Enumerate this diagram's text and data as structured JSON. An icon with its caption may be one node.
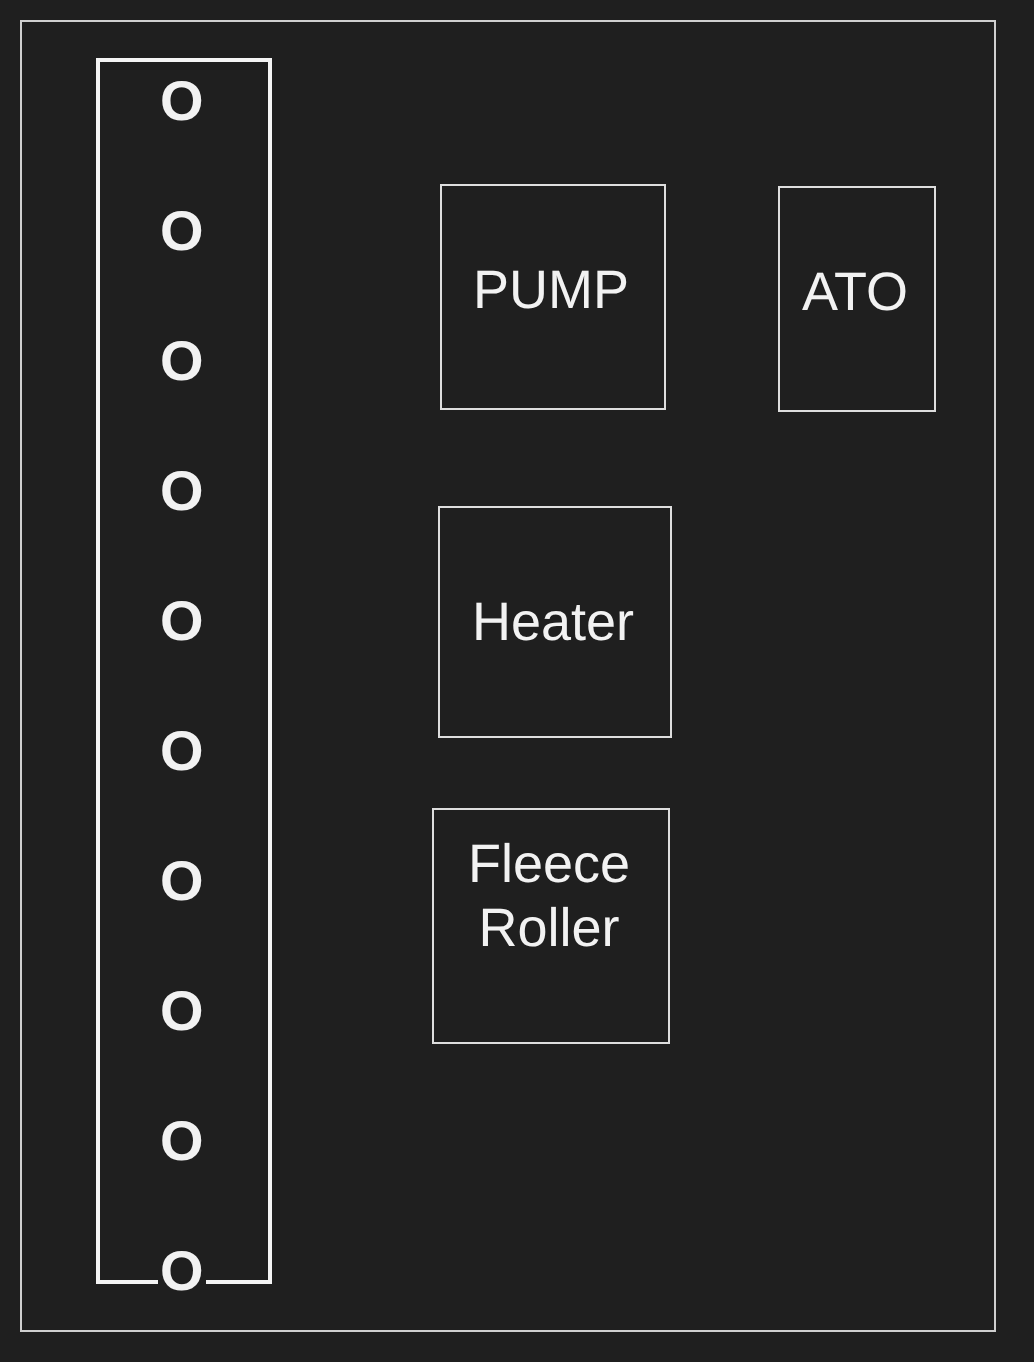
{
  "diagram": {
    "nodes": [
      {
        "text": [],
        "shape": "box"
      },
      {
        "text": [
          "O",
          "O",
          "O",
          "O",
          "O",
          "O",
          "O",
          "O",
          "O",
          "O"
        ],
        "in": 0
      },
      {
        "text": [
          "PUMP"
        ],
        "in": 0
      },
      {
        "text": [
          "ATO"
        ],
        "in": 0
      },
      {
        "text": [
          "Heater"
        ],
        "in": 0
      },
      {
        "text": [
          "Fleece Roller"
        ],
        "in": 0
      }
    ]
  }
}
